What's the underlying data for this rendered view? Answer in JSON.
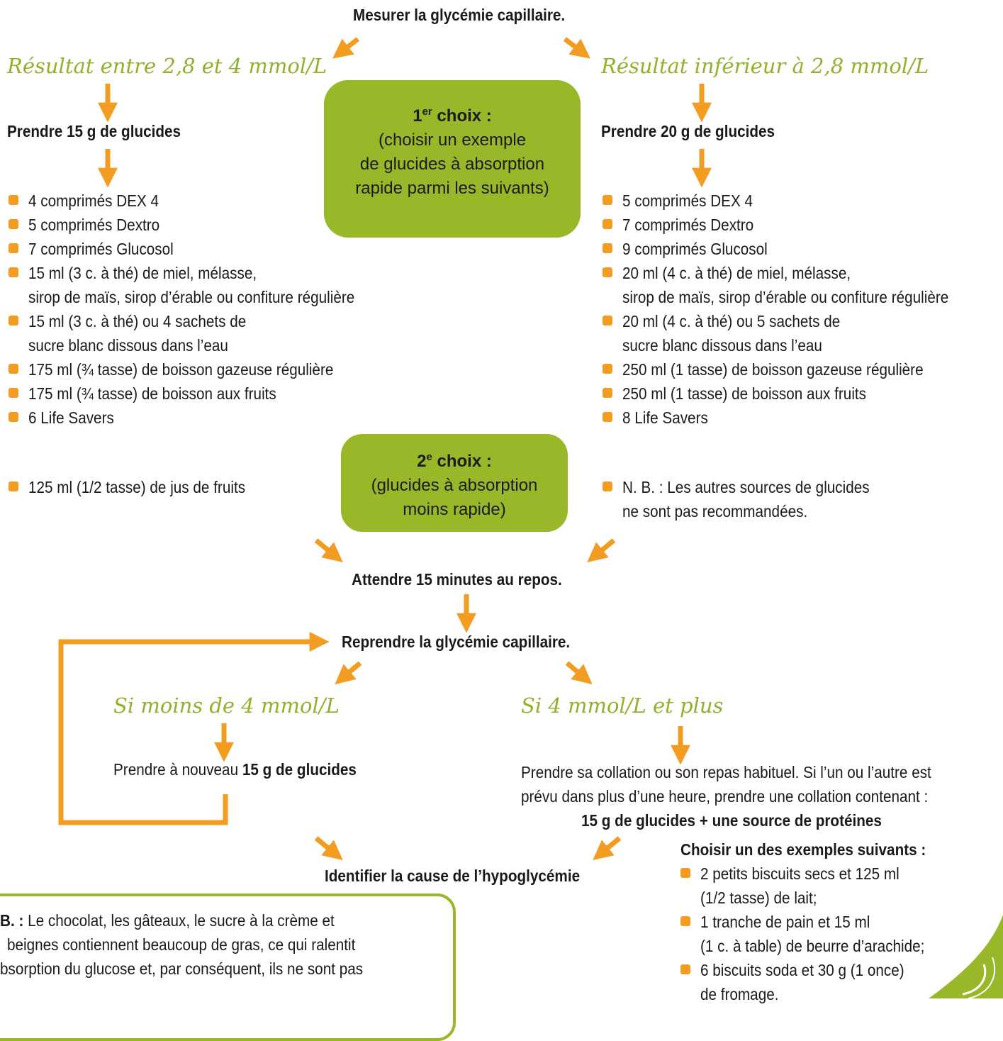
{
  "colors": {
    "accent_orange": "#f39c22",
    "accent_green": "#98b82a",
    "script_green": "#8fb22a"
  },
  "top": {
    "title": "Mesurer la glycémie capillaire."
  },
  "left_branch": {
    "result": "Résultat entre 2,8 et 4 mmol/L",
    "take_prefix": "Prendre 15 g de glucides",
    "items": [
      {
        "l1": "4 comprimés DEX 4"
      },
      {
        "l1": "5 comprimés Dextro"
      },
      {
        "l1": "7 comprimés Glucosol"
      },
      {
        "l1": "15 ml (3 c. à thé) de miel, mélasse,",
        "l2": "sirop de maïs, sirop d’érable ou confiture régulière"
      },
      {
        "l1": "15 ml (3 c. à thé) ou 4 sachets de",
        "l2": "sucre blanc dissous dans l’eau"
      },
      {
        "l1": "175 ml (¾ tasse) de boisson gazeuse régulière"
      },
      {
        "l1": "175 ml (¾ tasse) de boisson aux fruits"
      },
      {
        "l1": "6 Life Savers"
      }
    ],
    "second_choice_item": "125 ml (1/2 tasse) de jus de fruits"
  },
  "right_branch": {
    "result": "Résultat inférieur à 2,8 mmol/L",
    "take_prefix": "Prendre 20 g de glucides",
    "items": [
      {
        "l1": "5 comprimés DEX 4"
      },
      {
        "l1": "7 comprimés Dextro"
      },
      {
        "l1": "9 comprimés Glucosol"
      },
      {
        "l1": "20 ml (4 c. à thé) de miel, mélasse,",
        "l2": "sirop de maïs, sirop d’érable ou confiture régulière"
      },
      {
        "l1": "20 ml (4 c. à thé) ou 5 sachets de",
        "l2": "sucre blanc dissous dans l’eau"
      },
      {
        "l1": "250 ml (1 tasse) de boisson gazeuse régulière"
      },
      {
        "l1": "250 ml (1 tasse) de boisson aux fruits"
      },
      {
        "l1": "8 Life Savers"
      }
    ],
    "nb_l1": "N. B. : Les autres sources de glucides",
    "nb_l2": "ne sont pas recommandées."
  },
  "first_choice": {
    "num": "1",
    "sup": "er",
    "title": " choix :",
    "lines": [
      "(choisir un exemple",
      "de glucides à absorption",
      "rapide parmi les suivants)"
    ]
  },
  "second_choice": {
    "num": "2",
    "sup": "e",
    "title": " choix :",
    "lines": [
      "(glucides à absorption",
      "moins rapide)"
    ]
  },
  "wait": "Attendre 15 minutes au repos.",
  "recheck": "Reprendre la glycémie capillaire.",
  "low": {
    "label": "Si moins de 4 mmol/L",
    "text_prefix": "Prendre à nouveau ",
    "text_bold": "15 g de glucides"
  },
  "ok": {
    "label": "Si 4 mmol/L et plus",
    "line1": "Prendre sa collation ou son repas habituel. Si l’un ou l’autre est",
    "line2": "prévu dans plus d’une heure, prendre une collation contenant :",
    "line3": "15 g de glucides + une source de protéines",
    "choose": "Choisir un des exemples suivants :",
    "examples": [
      {
        "l1": "2 petits biscuits secs et 125 ml",
        "l2": "(1/2 tasse) de lait;"
      },
      {
        "l1": "1 tranche de pain et 15 ml",
        "l2": "(1 c. à table) de beurre d’arachide;"
      },
      {
        "l1": "6 biscuits soda et 30 g (1 once)",
        "l2": "de fromage."
      }
    ]
  },
  "identify": "Identifier la cause de l’hypoglycémie",
  "note": {
    "prefix": "B. :",
    "l1": " Le chocolat, les gâteaux, le sucre à la crème et",
    "l2": "beignes contiennent beaucoup de gras, ce qui ralentit",
    "l3": "bsorption du glucose et, par conséquent, ils ne sont pas"
  }
}
